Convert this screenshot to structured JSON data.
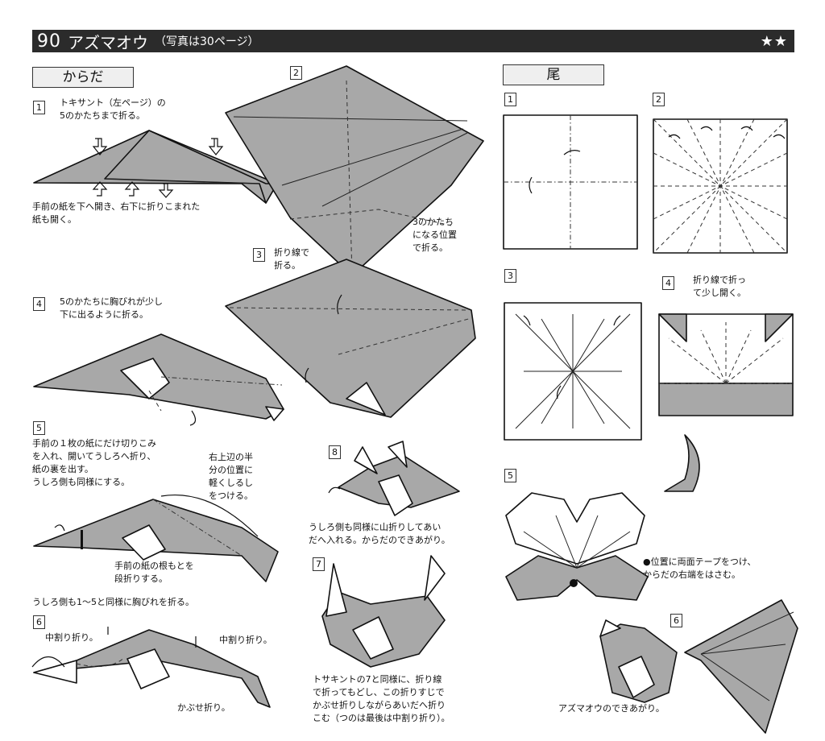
{
  "header": {
    "number": "90",
    "title": "アズマオウ",
    "subtitle": "（写真は30ページ）",
    "stars": "★★"
  },
  "sections": {
    "body": "からだ",
    "tail": "尾"
  },
  "steps": {
    "b1": "1",
    "b2": "2",
    "b3": "3",
    "b4": "4",
    "b5": "5",
    "b6": "6",
    "b7": "7",
    "b8": "8",
    "t1": "1",
    "t2": "2",
    "t3": "3",
    "t4": "4",
    "t5": "5",
    "t6": "6"
  },
  "texts": {
    "b1_instr": "トキサント（左ページ）の\n5のかたちまで折る。",
    "b1_note": "手前の紙を下へ開き、右下に折りこまれた\n紙も開く。",
    "b2_note": "3のかたち\nになる位置\nで折る。",
    "b3_instr": "折り線で\n折る。",
    "b4_instr": "5のかたちに胸びれが少し\n下に出るように折る。",
    "b5_instr": "手前の１枚の紙にだけ切りこみ\nを入れ、開いてうしろへ折り、\n紙の裏を出す。\nうしろ側も同様にする。",
    "b5_side": "右上辺の半\n分の位置に\n軽くしるし\nをつける。",
    "b5_note": "手前の紙の根もとを\n段折りする。",
    "b5_after": "うしろ側も1～5と同様に胸びれを折る。",
    "b6_left": "中割り折り。",
    "b6_right": "中割り折り。",
    "b6_bottom": "かぶせ折り。",
    "b8_note": "うしろ側も同様に山折りしてあい\nだへ入れる。からだのできあがり。",
    "b7_note": "トサキントの7と同様に、折り線\nで折ってもどし、この折りすじで\nかぶせ折りしながらあいだへ折り\nこむ（つのは最後は中割り折り）。",
    "t4_instr": "折り線で折っ\nて少し開く。",
    "t5_note": "●位置に両面テープをつけ、\nからだの右端をはさむ。",
    "t6_note": "アズマオウのできあがり。"
  }
}
